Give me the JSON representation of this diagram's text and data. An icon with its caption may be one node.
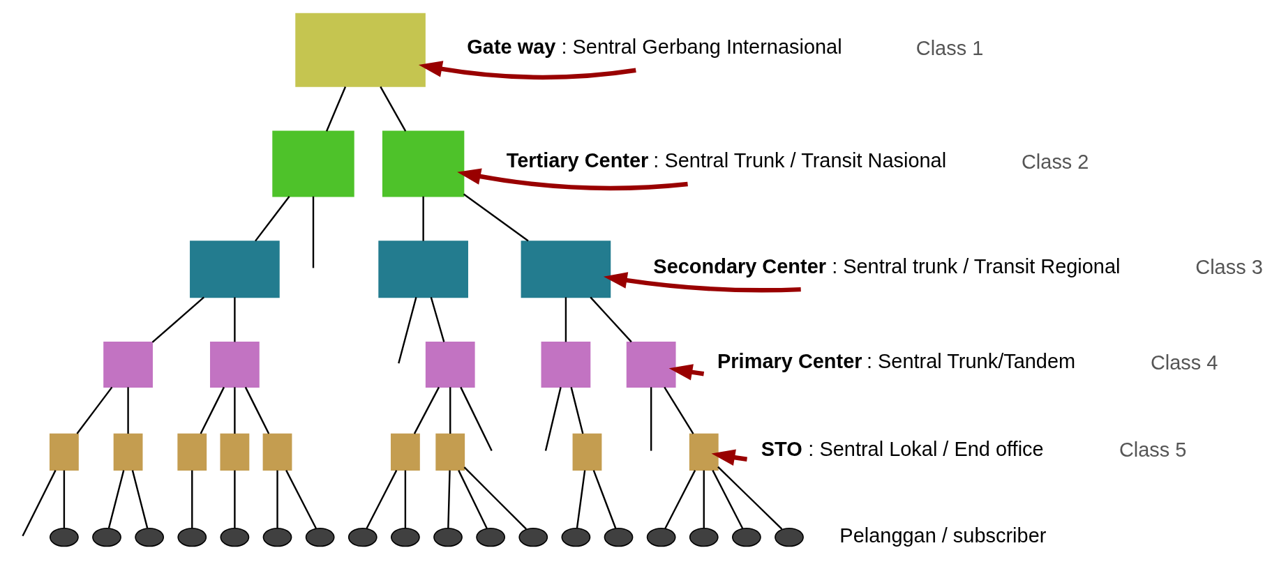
{
  "diagram": {
    "nodes": [
      {
        "text": [],
        "shape": "box"
      },
      {
        "text": [],
        "shape": "box"
      },
      {
        "text": [],
        "shape": "box"
      },
      {
        "text": [],
        "shape": "box"
      },
      {
        "text": [],
        "shape": "box"
      },
      {
        "text": [],
        "shape": "box"
      },
      {
        "text": [],
        "shape": "box"
      },
      {
        "text": [],
        "shape": "box"
      },
      {
        "text": [],
        "shape": "box"
      },
      {
        "text": [],
        "shape": "box"
      },
      {
        "text": [],
        "shape": "box"
      },
      {
        "text": [],
        "shape": "box"
      },
      {
        "text": [],
        "shape": "box"
      },
      {
        "text": [],
        "shape": "box"
      },
      {
        "text": [],
        "shape": "box"
      },
      {
        "text": [],
        "shape": "box"
      },
      {
        "text": [],
        "shape": "box"
      },
      {
        "text": [],
        "shape": "box"
      },
      {
        "text": [],
        "shape": "box"
      },
      {
        "text": [],
        "shape": "box"
      },
      {
        "text": [],
        "shape": "circle"
      },
      {
        "text": [],
        "shape": "circle"
      },
      {
        "text": [],
        "shape": "circle"
      },
      {
        "text": [],
        "shape": "circle"
      },
      {
        "text": [],
        "shape": "circle"
      },
      {
        "text": [],
        "shape": "circle"
      },
      {
        "text": [],
        "shape": "circle"
      },
      {
        "text": [],
        "shape": "circle"
      },
      {
        "text": [],
        "shape": "circle"
      },
      {
        "text": [],
        "shape": "circle"
      },
      {
        "text": [],
        "shape": "circle"
      },
      {
        "text": [],
        "shape": "circle"
      },
      {
        "text": [],
        "shape": "circle"
      },
      {
        "text": [],
        "shape": "circle"
      },
      {
        "text": [],
        "shape": "circle"
      },
      {
        "text": [],
        "shape": "circle"
      },
      {
        "text": [],
        "shape": "circle"
      },
      {
        "text": [],
        "shape": "circle"
      },
      {
        "text": [
          "**Gate way** : Sentral Gerbang Internasional"
        ],
        "beside": [
          "Class 1"
        ]
      },
      {
        "text": [
          "**Tertiary Center** : Sentral Trunk / Transit Nasional"
        ],
        "beside": [
          "Class 2"
        ]
      },
      {
        "text": [
          "**Secondary Center** : Sentral trunk / Transit Regional"
        ],
        "beside": [
          "Class 3"
        ]
      },
      {
        "text": [
          "**Primary Center** : Sentral Trunk/Tandem"
        ],
        "beside": [
          "Class 4"
        ]
      },
      {
        "text": [
          "**STO** : Sentral Lokal / End office"
        ],
        "beside": [
          "Class 5"
        ]
      }
    ],
    "edges": [
      {
        "from": 0,
        "to": 1,
        "arrow": "none"
      },
      {
        "from": 0,
        "to": 2,
        "arrow": "none"
      },
      {
        "from": 1,
        "to": 3,
        "arrow": "none"
      },
      {
        "from": 1,
        "to": null,
        "arrow": "none"
      },
      {
        "from": 2,
        "to": 4,
        "arrow": "none"
      },
      {
        "from": 2,
        "to": 5,
        "arrow": "none"
      },
      {
        "from": 3,
        "to": 6,
        "arrow": "none"
      },
      {
        "from": 3,
        "to": 7,
        "arrow": "none"
      },
      {
        "from": 4,
        "to": null,
        "arrow": "none"
      },
      {
        "from": 4,
        "to": 8,
        "arrow": "none"
      },
      {
        "from": 5,
        "to": 9,
        "arrow": "none"
      },
      {
        "from": 5,
        "to": 10,
        "arrow": "none"
      },
      {
        "from": 6,
        "to": 11,
        "arrow": "none"
      },
      {
        "from": 6,
        "to": 12,
        "arrow": "none"
      },
      {
        "from": 7,
        "to": 13,
        "arrow": "none"
      },
      {
        "from": 7,
        "to": 14,
        "arrow": "none"
      },
      {
        "from": 7,
        "to": 15,
        "arrow": "none"
      },
      {
        "from": 8,
        "to": 16,
        "arrow": "none"
      },
      {
        "from": 8,
        "to": 17,
        "arrow": "none"
      },
      {
        "from": 8,
        "to": null,
        "arrow": "none"
      },
      {
        "from": 9,
        "to": null,
        "arrow": "none"
      },
      {
        "from": 9,
        "to": 18,
        "arrow": "none"
      },
      {
        "from": 10,
        "to": null,
        "arrow": "none"
      },
      {
        "from": 10,
        "to": 19,
        "arrow": "none"
      },
      {
        "from": 11,
        "to": null,
        "arrow": "none"
      },
      {
        "from": 11,
        "to": 20,
        "arrow": "none"
      },
      {
        "from": 12,
        "to": 21,
        "arrow": "none"
      },
      {
        "from": 12,
        "to": 22,
        "arrow": "none"
      },
      {
        "from": 13,
        "to": 23,
        "arrow": "none"
      },
      {
        "from": 14,
        "to": 24,
        "arrow": "none"
      },
      {
        "from": 15,
        "to": 25,
        "arrow": "none"
      },
      {
        "from": 15,
        "to": 26,
        "arrow": "none"
      },
      {
        "from": 16,
        "to": 27,
        "arrow": "none"
      },
      {
        "from": 16,
        "to": 28,
        "arrow": "none"
      },
      {
        "from": 17,
        "to": 29,
        "arrow": "none"
      },
      {
        "from": 17,
        "to": 30,
        "arrow": "none"
      },
      {
        "from": 17,
        "to": 31,
        "arrow": "none"
      },
      {
        "from": 18,
        "to": 32,
        "arrow": "none"
      },
      {
        "from": 18,
        "to": 33,
        "arrow": "none"
      },
      {
        "from": 19,
        "to": 34,
        "arrow": "none"
      },
      {
        "from": 19,
        "to": 35,
        "arrow": "none"
      },
      {
        "from": 19,
        "to": 36,
        "arrow": "none"
      },
      {
        "from": 19,
        "to": 37,
        "arrow": "none"
      },
      {
        "from": 38,
        "to": 0,
        "arrow": "to",
        "style": "thick",
        "color": "#990000"
      },
      {
        "from": 39,
        "to": 2,
        "arrow": "to",
        "style": "thick",
        "color": "#990000"
      },
      {
        "from": 40,
        "to": 5,
        "arrow": "to",
        "style": "thick",
        "color": "#990000"
      },
      {
        "from": 41,
        "to": 10,
        "arrow": "to",
        "style": "thick",
        "color": "#990000"
      },
      {
        "from": 42,
        "to": 19,
        "arrow": "to",
        "style": "thick",
        "color": "#990000"
      }
    ],
    "labels": [
      "Pelanggan / subscriber"
    ]
  }
}
